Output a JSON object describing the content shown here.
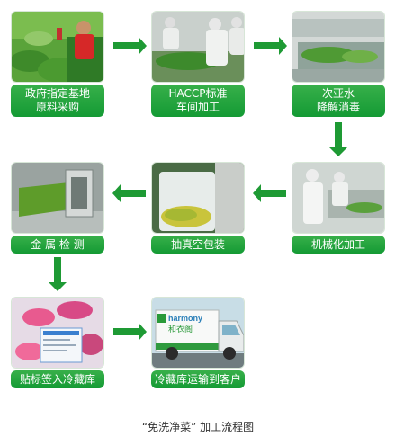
{
  "steps": [
    {
      "lines": [
        "政府指定基地",
        "原料采购"
      ]
    },
    {
      "lines": [
        "HACCP标准",
        "车间加工"
      ]
    },
    {
      "lines": [
        "次亚水",
        "降解消毒"
      ]
    },
    {
      "lines": [
        "机械化加工"
      ]
    },
    {
      "lines": [
        "抽真空包装"
      ]
    },
    {
      "lines": [
        "金 属 检 测"
      ]
    },
    {
      "lines": [
        "贴标签入冷藏库"
      ]
    },
    {
      "lines": [
        "冷藏库运输到客户"
      ]
    }
  ],
  "truck_brand": "harmony",
  "truck_brand_cn": "和衣阁",
  "caption": "“免洗净菜” 加工流程图",
  "colors": {
    "label_green": "#1ea43a",
    "arrow_green": "#239a35"
  }
}
